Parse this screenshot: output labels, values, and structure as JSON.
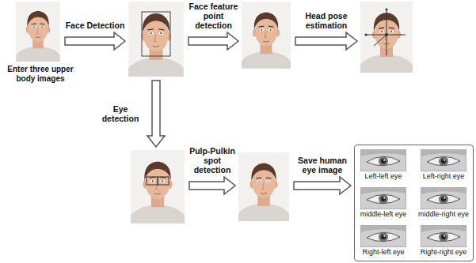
{
  "diagram": {
    "nodes": [
      {
        "text": [
          "Enter three upper body images"
        ]
      },
      {
        "text": []
      },
      {
        "text": []
      },
      {
        "text": []
      },
      {
        "text": []
      },
      {
        "text": []
      },
      {
        "text": []
      },
      {
        "text": [
          "Left-left eye"
        ],
        "in": 6
      },
      {
        "text": [
          "Left-right eye"
        ],
        "in": 6
      },
      {
        "text": [
          "middle-left eye"
        ],
        "in": 6
      },
      {
        "text": [
          "middle-right eye"
        ],
        "in": 6
      },
      {
        "text": [
          "Right-left eye"
        ],
        "in": 6
      },
      {
        "text": [
          "Right-right eye"
        ],
        "in": 6
      }
    ],
    "edges": [
      {
        "from": 0,
        "to": 1,
        "arrow": "to",
        "label": "Face Detection"
      },
      {
        "from": 1,
        "to": 2,
        "arrow": "to",
        "label": "Face feature point detection"
      },
      {
        "from": 2,
        "to": 3,
        "arrow": "to",
        "label": "Head pose estimation"
      },
      {
        "from": 1,
        "to": 4,
        "arrow": "to",
        "label": "Eye detection"
      },
      {
        "from": 4,
        "to": 5,
        "arrow": "to",
        "label": "Pulp-Pulkin spot detection"
      },
      {
        "from": 5,
        "to": 6,
        "arrow": "to",
        "label": "Save human eye image"
      }
    ]
  }
}
